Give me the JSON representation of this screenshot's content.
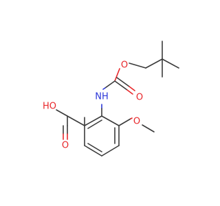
{
  "atoms": {
    "nh": "NH",
    "o_ether_boc": "O",
    "o_carbonyl_boc": "O",
    "o_methoxy": "O",
    "ho_acid": "HO",
    "o_carbonyl_acid": "O"
  },
  "colors": {
    "bond": "#3a3a3a",
    "oxygen": "#e8262a",
    "nitrogen": "#2a36d8",
    "background": "#ffffff"
  }
}
